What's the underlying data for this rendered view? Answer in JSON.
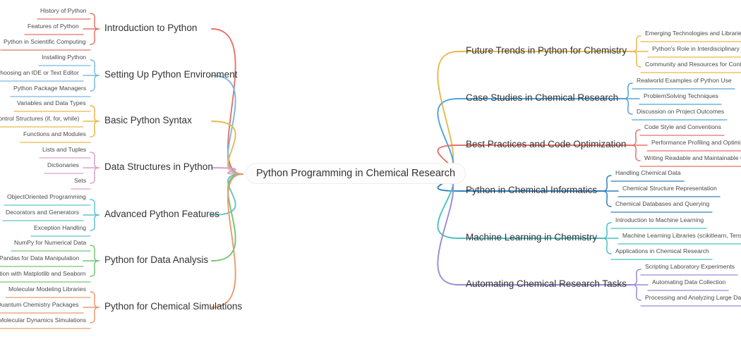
{
  "diagram": {
    "type": "mindmap",
    "center": {
      "label": "Python Programming in Chemical Research"
    },
    "colors": {
      "red": "#e4726a",
      "blue": "#7ab8e0",
      "gold": "#e8b84b",
      "pink": "#d9a0cc",
      "cyan": "#5fc4cf",
      "green": "#74c476",
      "orange": "#e89b6b",
      "amber": "#e8b84b",
      "steel": "#4fa3d9",
      "crimson": "#e4726a",
      "navy": "#2f7fc1",
      "teal": "#45c2c2",
      "purple": "#9b8ad4",
      "text": "#3c3c3c",
      "background": "#ffffff"
    },
    "left_branches": [
      {
        "label": "Introduction to Python",
        "color": "#e4726a",
        "children": [
          "History of Python",
          "Features of Python",
          "Python in Scientific Computing"
        ]
      },
      {
        "label": "Setting Up Python Environment",
        "color": "#7ab8e0",
        "children": [
          "Installing Python",
          "Choosing an IDE or Text Editor",
          "Python Package Managers"
        ]
      },
      {
        "label": "Basic Python Syntax",
        "color": "#e8b84b",
        "children": [
          "Variables and Data Types",
          "Control Structures (if, for, while)",
          "Functions and Modules"
        ]
      },
      {
        "label": "Data Structures in Python",
        "color": "#d9a0cc",
        "children": [
          "Lists and Tuples",
          "Dictionaries",
          "Sets"
        ]
      },
      {
        "label": "Advanced Python Features",
        "color": "#5fc4cf",
        "children": [
          "ObjectOriented Programming",
          "Decorators and Generators",
          "Exception Handling"
        ]
      },
      {
        "label": "Python for Data Analysis",
        "color": "#74c476",
        "children": [
          "NumPy for Numerical Data",
          "Pandas for Data Manipulation",
          "Visualization with Matplotlib and Seaborn"
        ]
      },
      {
        "label": "Python for Chemical Simulations",
        "color": "#e89b6b",
        "children": [
          "Molecular Modeling Libraries",
          "Quantum Chemistry Packages",
          "Molecular Dynamics Simulations"
        ]
      }
    ],
    "right_branches": [
      {
        "label": "Future Trends in Python for Chemistry",
        "color": "#e8b84b",
        "children": [
          "Emerging Technologies and Libraries",
          "Python's Role in Interdisciplinary Research",
          "Community and Resources for Continued Learning"
        ]
      },
      {
        "label": "Case Studies in Chemical Research",
        "color": "#4fa3d9",
        "children": [
          "Realworld Examples of Python Use",
          "ProblemSolving Techniques",
          "Discussion on Project Outcomes"
        ]
      },
      {
        "label": "Best Practices and Code Optimization",
        "color": "#e4726a",
        "children": [
          "Code Style and Conventions",
          "Performance Profiling and Optimization",
          "Writing Readable and Maintainable Code"
        ]
      },
      {
        "label": "Python in Chemical Informatics",
        "color": "#2f7fc1",
        "children": [
          "Handling Chemical Data",
          "Chemical Structure Representation",
          "Chemical Databases and Querying"
        ]
      },
      {
        "label": "Machine Learning in Chemistry",
        "color": "#45c2c2",
        "children": [
          "Introduction to Machine Learning",
          "Machine Learning Libraries (scikitlearn, TensorFlow)",
          "Applications in Chemical Research"
        ]
      },
      {
        "label": "Automating Chemical Research Tasks",
        "color": "#9b8ad4",
        "children": [
          "Scripting Laboratory Experiments",
          "Automating Data Collection",
          "Processing and Analyzing Large Datasets"
        ]
      }
    ]
  }
}
